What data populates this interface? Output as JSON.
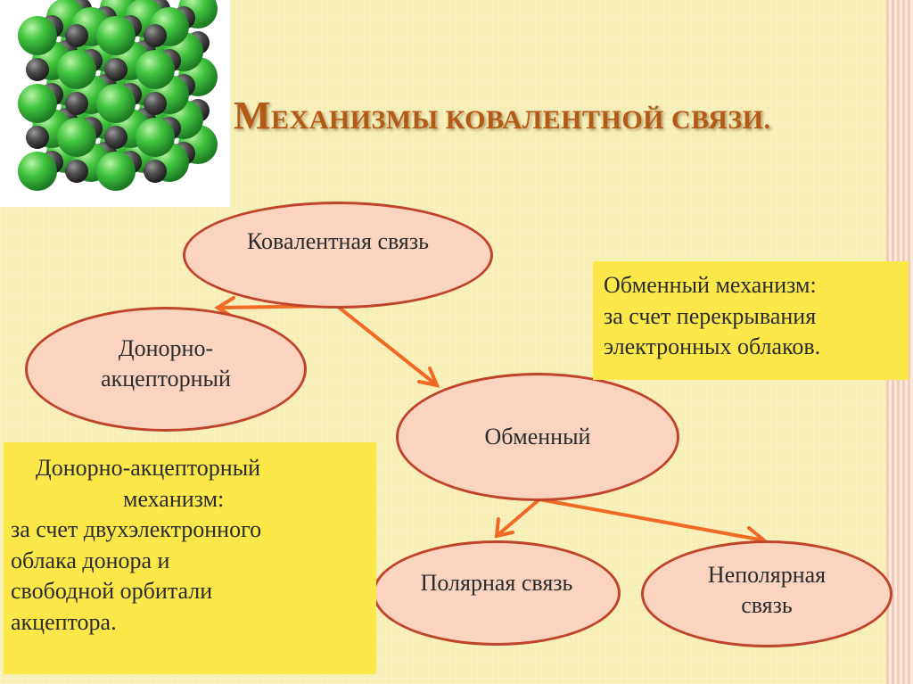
{
  "title": "Механизмы ковалентной связи.",
  "nodes": {
    "covalent": "Ковалентная связь",
    "donor": "Донорно-\nакцепторный",
    "exchange": "Обменный",
    "polar": "Полярная связь",
    "nonpolar": "Неполярная\nсвязь"
  },
  "exchange_note": {
    "line1": "Обменный механизм:",
    "line2": "за счет перекрывания",
    "line3": "электронных облаков."
  },
  "donor_note": {
    "line1": "Донорно-акцепторный",
    "line2": "механизм:",
    "line3": "за счет двухэлектронного",
    "line4": "облака  донора и",
    "line5": "свободной орбитали",
    "line6": "акцептора."
  },
  "colors": {
    "ellipse_fill": "#fbd4bf",
    "ellipse_border": "#c0442b",
    "arrow": "#f06a26",
    "note_fill": "#fde84a",
    "title": "#b35a16"
  }
}
